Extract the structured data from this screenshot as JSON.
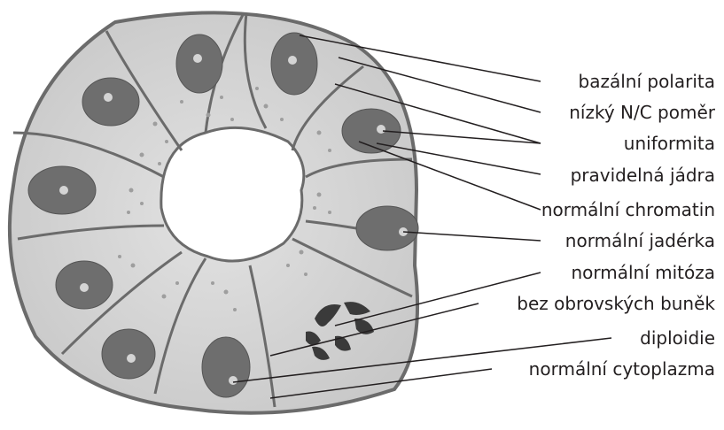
{
  "labels": [
    "bazální polarita",
    "nízký N/C poměr",
    "uniformita",
    "pravidelná jádra",
    "normální chromatin",
    "normální jadérka",
    "normální mitóza",
    "bez obrovských buněk",
    "diploidie",
    "normální cytoplazma"
  ],
  "colors": {
    "outline": "#6b6b6b",
    "cytoplasm": "#d9d9d9",
    "nucleus": "#6e6e6e",
    "nucleolus": "#d4d4d4",
    "mitosis": "#3a3a3a",
    "leader": "#231f20"
  }
}
